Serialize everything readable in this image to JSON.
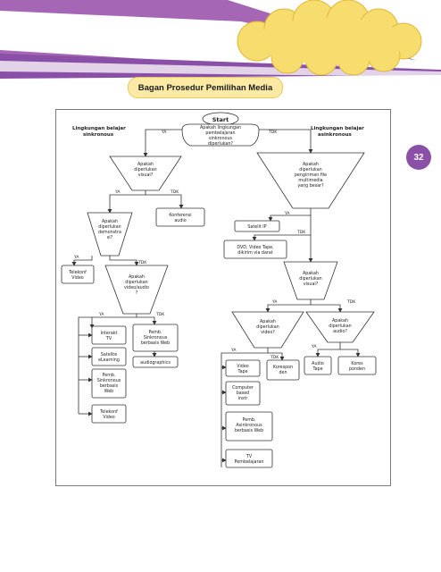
{
  "header": {
    "title": "Bagan Prosedur Pemilihan Media",
    "page_number": "32",
    "colors": {
      "accent": "#8a4fa6",
      "pill": "#fbe9a4",
      "cloud": "#f7dd6e"
    }
  },
  "flow": {
    "start": "Start",
    "q_lingkungan": [
      "Apakah lingkungan",
      "pembelajaran",
      "sinkronous",
      "diperlukan?"
    ],
    "label_sinkronous": [
      "Lingkungan belajar",
      "sinkronous"
    ],
    "label_asinkronous": [
      "Lingkungan belajar",
      "asinkronous"
    ],
    "q_visual_left": [
      "Apakah",
      "diperlukan",
      "visual?"
    ],
    "q_demonstrasi": [
      "Apakah",
      "diperlukan",
      "demonstra",
      "si?"
    ],
    "q_video_audio": [
      "Apakah",
      "diperlukan",
      "video/audio",
      "?"
    ],
    "q_multimedia": [
      "Apakah",
      "diperlukan",
      "pengiriman file",
      "multimedia",
      "yang besar?"
    ],
    "q_visual_right": [
      "Apakah",
      "diperlukan",
      "visual?"
    ],
    "q_video_right": [
      "Apakah",
      "diperlukan",
      "video?"
    ],
    "q_audio_right": [
      "Apakah",
      "diperlukan",
      "audio?"
    ],
    "box_konferensi": [
      "Konferensi",
      "audio"
    ],
    "box_telekonf": [
      "Telekonf",
      "Video"
    ],
    "box_interaktif": [
      "Interakt",
      "TV"
    ],
    "box_satelit_elearn": [
      "Satelite",
      "eLearning"
    ],
    "box_pem_sinkronous_web": [
      "Pemb.",
      "Sinkronous",
      "berbasis",
      "Web"
    ],
    "box_telekonf2": [
      "Telekonf",
      "Video"
    ],
    "box_pem_sinkronous_web2": [
      "Pemb.",
      "Sinkronous",
      "berbasis Web"
    ],
    "box_audiographics": [
      "audiographics"
    ],
    "box_satelit_ip": [
      "Satelit IP"
    ],
    "box_dvd": [
      "DVD, Video Tape,",
      "dikirim via darat"
    ],
    "box_video_tape": [
      "Video",
      "Tape"
    ],
    "box_computer": [
      "Computer",
      "based",
      "instr"
    ],
    "box_pem_asinkronous_web": [
      "Pemb.",
      "Asinkronous",
      "berbasis Web"
    ],
    "box_tv_pembelajaran": [
      "TV",
      "Pembelajaran"
    ],
    "box_korespondensi": [
      "Korespon",
      "den"
    ],
    "box_audio_tape": [
      "Audio",
      "Tape"
    ],
    "box_kores_ponden": [
      "Kores",
      "ponden"
    ],
    "yes": "YA",
    "no": "TDK"
  }
}
